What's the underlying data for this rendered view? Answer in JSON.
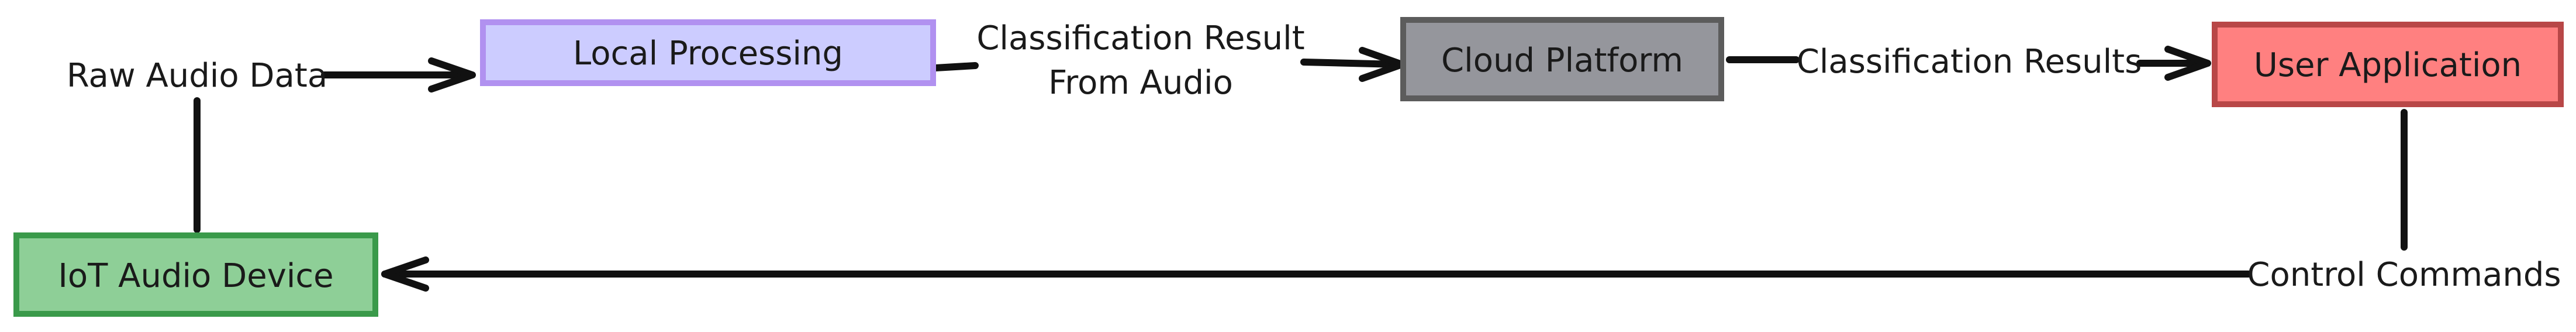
{
  "nodes": {
    "iot_device": {
      "label": "IoT Audio Device",
      "fill": "#8ecf97",
      "stroke": "#3a9a4a"
    },
    "local_processing": {
      "label": "Local Processing",
      "fill": "#ccccff",
      "stroke": "#b191f0"
    },
    "cloud_platform": {
      "label": "Cloud Platform",
      "fill": "#95969c",
      "stroke": "#5c5c5c"
    },
    "user_application": {
      "label": "User Application",
      "fill": "#ff8080",
      "stroke": "#b84747"
    }
  },
  "edges": {
    "raw_audio": {
      "label": "Raw Audio Data"
    },
    "classification_result": {
      "line1": "Classification Result",
      "line2": "From Audio"
    },
    "classification_results": {
      "label": "Classification Results"
    },
    "control_commands": {
      "label": "Control Commands"
    }
  }
}
